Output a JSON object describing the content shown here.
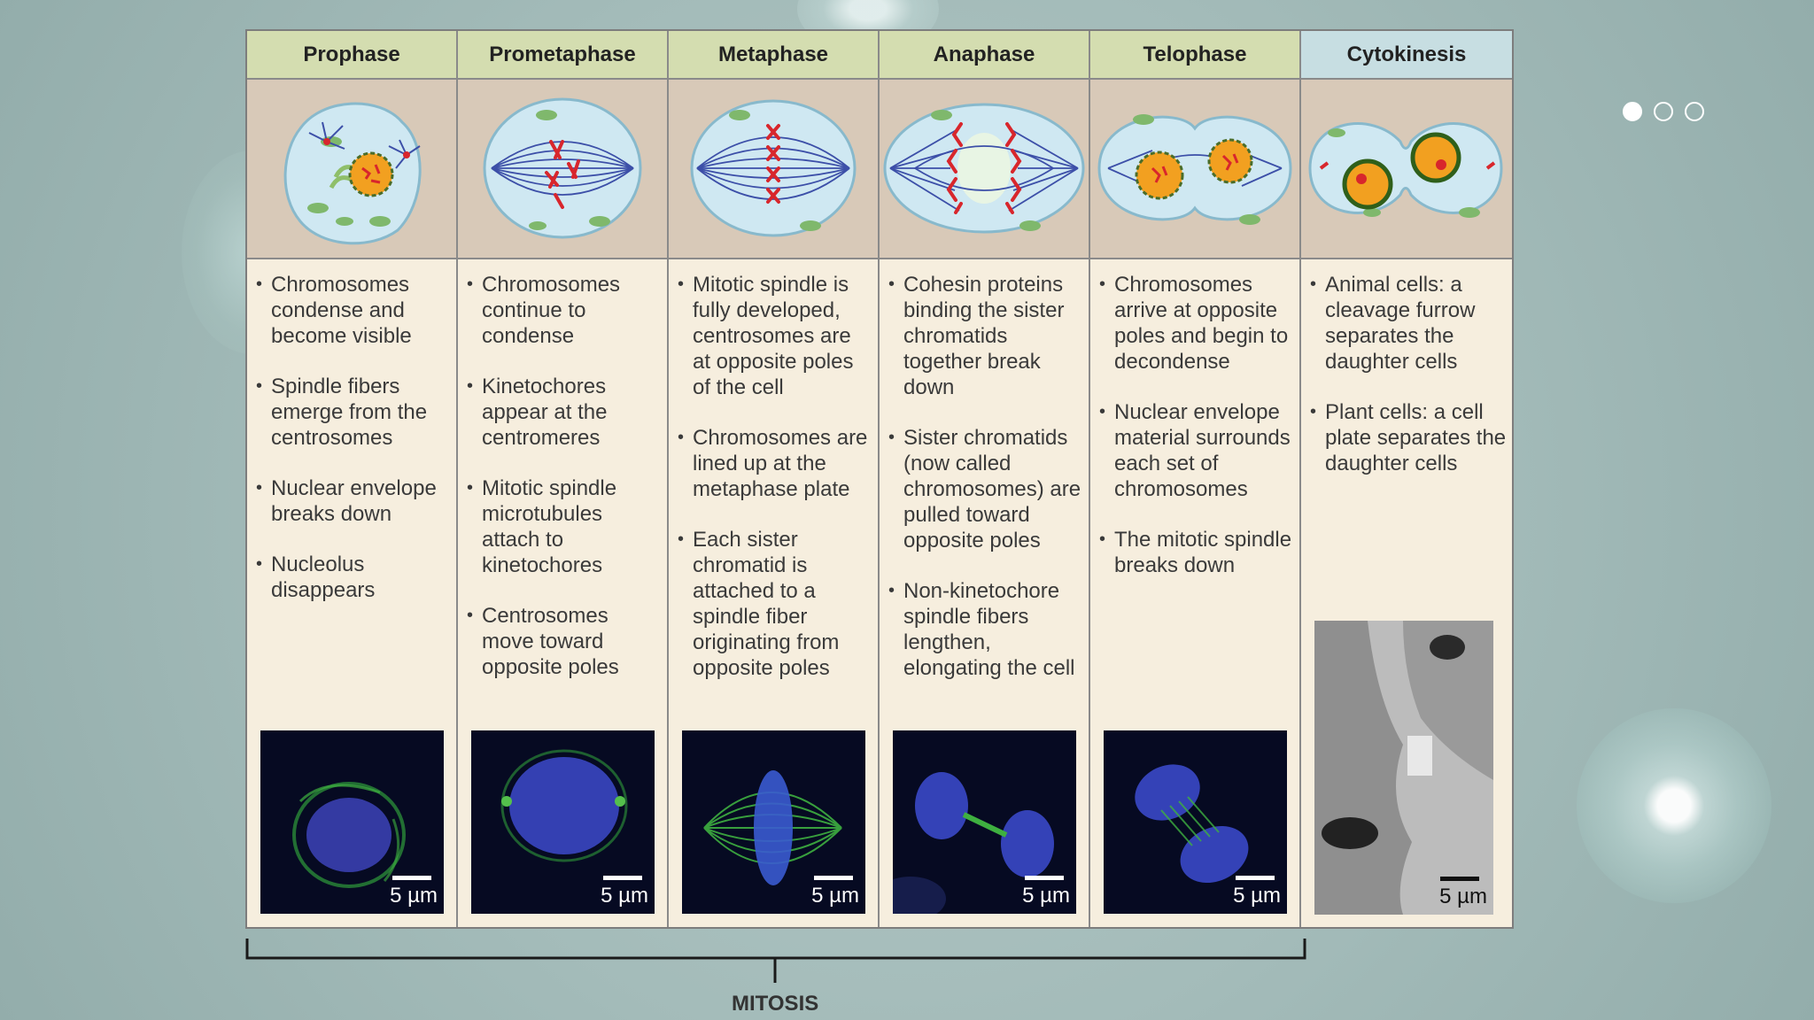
{
  "figure": {
    "phases": [
      {
        "name": "Prophase",
        "bullets": [
          "Chromosomes condense and become visible",
          "Spindle fibers emerge from the centrosomes",
          "Nuclear envelope breaks down",
          "Nucleolus disappears"
        ],
        "scale": "5 µm"
      },
      {
        "name": "Prometaphase",
        "bullets": [
          "Chromosomes continue to condense",
          "Kinetochores appear at the centromeres",
          "Mitotic spindle microtubules attach to kinetochores",
          "Centrosomes move toward opposite poles"
        ],
        "scale": "5 µm"
      },
      {
        "name": "Metaphase",
        "bullets": [
          "Mitotic spindle is fully developed, centrosomes are at opposite poles of the cell",
          "Chromosomes are lined up at the metaphase plate",
          "Each sister chromatid is attached to a spindle fiber originating from opposite poles"
        ],
        "scale": "5 µm"
      },
      {
        "name": "Anaphase",
        "bullets": [
          "Cohesin proteins binding the sister chromatids together break down",
          "Sister chromatids (now called chromosomes) are pulled toward opposite poles",
          "Non-kinetochore spindle fibers lengthen, elongating the cell"
        ],
        "scale": "5 µm"
      },
      {
        "name": "Telophase",
        "bullets": [
          "Chromosomes arrive at opposite poles and begin to decondense",
          "Nuclear envelope material surrounds each set of chromosomes",
          "The mitotic spindle breaks down"
        ],
        "scale": "5 µm"
      },
      {
        "name": "Cytokinesis",
        "bullets": [
          "Animal cells: a cleavage furrow separates the daughter cells",
          "Plant cells: a cell plate separates the daughter cells"
        ],
        "scale": "5 µm"
      }
    ],
    "group_label": "MITOSIS"
  },
  "carousel": {
    "pages": 3,
    "active": 1
  },
  "colors": {
    "header_mitosis": "#d4ddb0",
    "header_cytokinesis": "#c7dee2",
    "panel_bg": "#f6eede",
    "illustration_bg": "#d8c9b8",
    "spindle": "#3c4fa8",
    "chromosome": "#d8262c",
    "cell_fill": "#cfe8f2"
  }
}
